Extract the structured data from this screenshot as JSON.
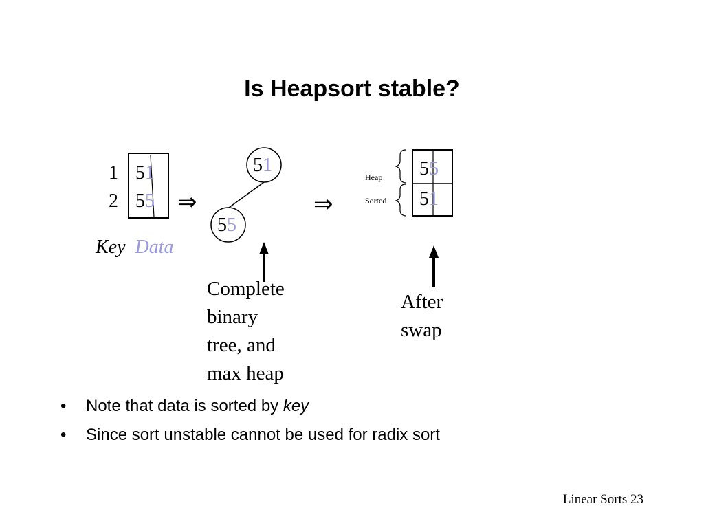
{
  "title": "Is Heapsort stable?",
  "records": [
    {
      "index": "1",
      "key": "5",
      "data": "1"
    },
    {
      "index": "2",
      "key": "5",
      "data": "5"
    }
  ],
  "legend": {
    "key_label": "Key",
    "data_label": "Data"
  },
  "implies_symbol": "⇒",
  "tree": {
    "root": {
      "key": "5",
      "data": "1"
    },
    "child": {
      "key": "5",
      "data": "5"
    }
  },
  "sorted_array": [
    {
      "key": "5",
      "data": "5"
    },
    {
      "key": "5",
      "data": "1"
    }
  ],
  "region_labels": {
    "heap": "Heap",
    "sorted": "Sorted"
  },
  "captions": {
    "tree": [
      "Complete",
      "binary",
      "tree, and",
      "max heap"
    ],
    "swap": [
      "After",
      "swap"
    ]
  },
  "bullets": [
    {
      "text": "Note that data is sorted by ",
      "emphasis": "key"
    },
    {
      "text": "Since sort unstable cannot be used for radix sort",
      "emphasis": ""
    }
  ],
  "bullet_symbol": "•",
  "footer": "Linear Sorts 23"
}
